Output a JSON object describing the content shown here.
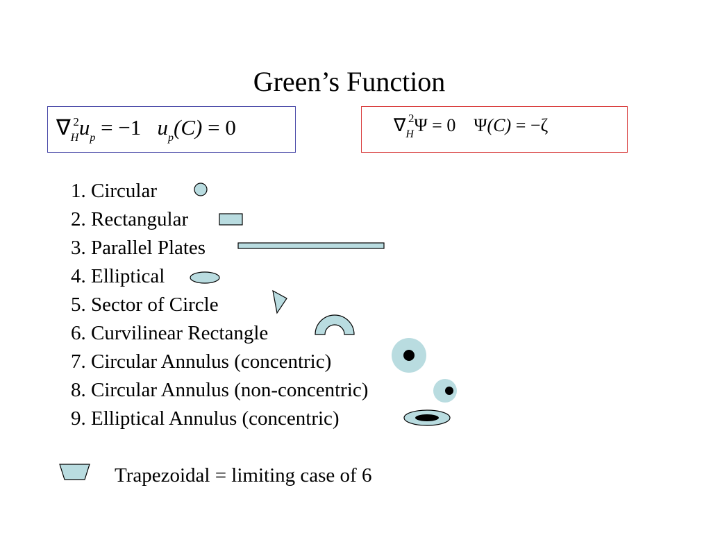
{
  "title": "Green’s Function",
  "equations": {
    "left": {
      "nabla": "∇",
      "sub_H": "H",
      "sup_2": "2",
      "u": "u",
      "sub_p": "p",
      "equals_minus_one": "= −1",
      "u2": "u",
      "sub_p2": "p",
      "arg": "(C)",
      "equals_zero": "= 0"
    },
    "right": {
      "nabla": "∇",
      "sub_H": "H",
      "sup_2": "2",
      "psi_eq": "Ψ = 0",
      "psi": "Ψ",
      "arg": "(C)",
      "equals_minus_zeta": "= −ζ"
    }
  },
  "list": [
    "1. Circular",
    "2. Rectangular",
    "3. Parallel Plates",
    "4. Elliptical",
    "5. Sector of Circle",
    "6. Curvilinear Rectangle",
    "7. Circular Annulus (concentric)",
    "8. Circular Annulus (non-concentric)",
    "9. Elliptical Annulus (concentric)"
  ],
  "footer": "Trapezoidal = limiting case of 6",
  "colors": {
    "shape_fill": "#b9dce0",
    "shape_stroke": "#000000",
    "left_box_border": "#4a4aa8",
    "right_box_border": "#d83a3a"
  }
}
